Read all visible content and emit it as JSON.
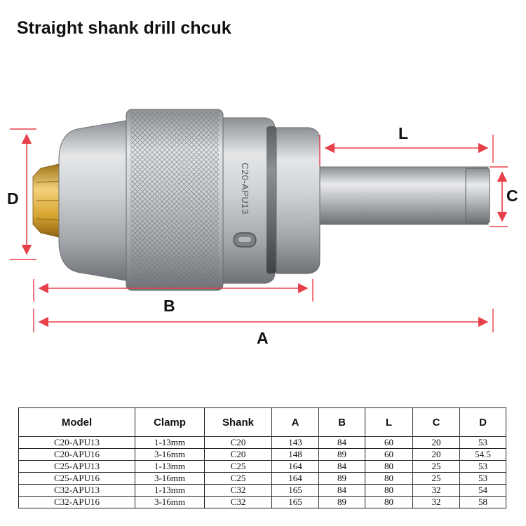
{
  "title": "Straight shank drill chcuk",
  "engraving": "C20-APU13",
  "dimensions": {
    "a": "A",
    "b": "B",
    "l": "L",
    "c": "C",
    "d": "D"
  },
  "table": {
    "headers": [
      "Model",
      "Clamp",
      "Shank",
      "A",
      "B",
      "L",
      "C",
      "D"
    ],
    "rows": [
      [
        "C20-APU13",
        "1-13mm",
        "C20",
        "143",
        "84",
        "60",
        "20",
        "53"
      ],
      [
        "C20-APU16",
        "3-16mm",
        "C20",
        "148",
        "89",
        "60",
        "20",
        "54.5"
      ],
      [
        "C25-APU13",
        "1-13mm",
        "C25",
        "164",
        "84",
        "80",
        "25",
        "53"
      ],
      [
        "C25-APU16",
        "3-16mm",
        "C25",
        "164",
        "89",
        "80",
        "25",
        "53"
      ],
      [
        "C32-APU13",
        "1-13mm",
        "C32",
        "165",
        "84",
        "80",
        "32",
        "54"
      ],
      [
        "C32-APU16",
        "3-16mm",
        "C32",
        "165",
        "89",
        "80",
        "32",
        "58"
      ]
    ]
  },
  "colors": {
    "dimension_line": "#e8404a",
    "jaw": "#d6a531",
    "steel": "#b9bcc0"
  }
}
